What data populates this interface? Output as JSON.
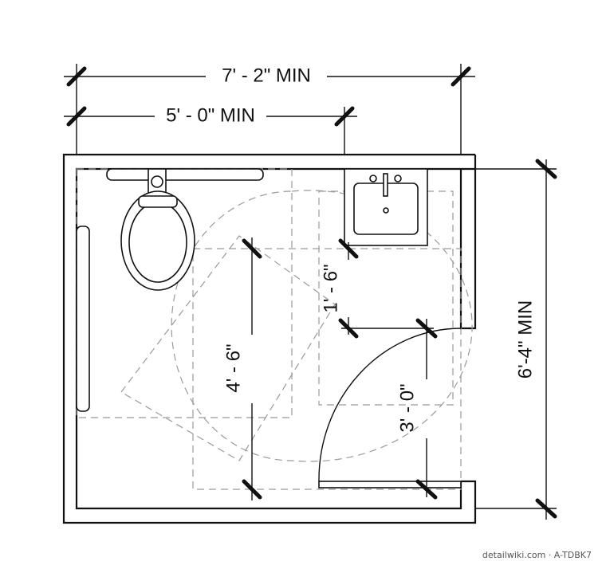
{
  "dimensions": {
    "overall_width": "7' - 2\" MIN",
    "clear_width": "5' - 0\" MIN",
    "overall_depth": "6'-4\" MIN",
    "clear_depth": "4' - 6\"",
    "sink_clearance": "1' - 6\"",
    "door_width": "3' - 0\""
  },
  "credit": "detailwiki.com · A-TDBK7",
  "icons": [
    "toilet-icon",
    "sink-icon",
    "grab-bar-icon",
    "door-swing-icon"
  ]
}
